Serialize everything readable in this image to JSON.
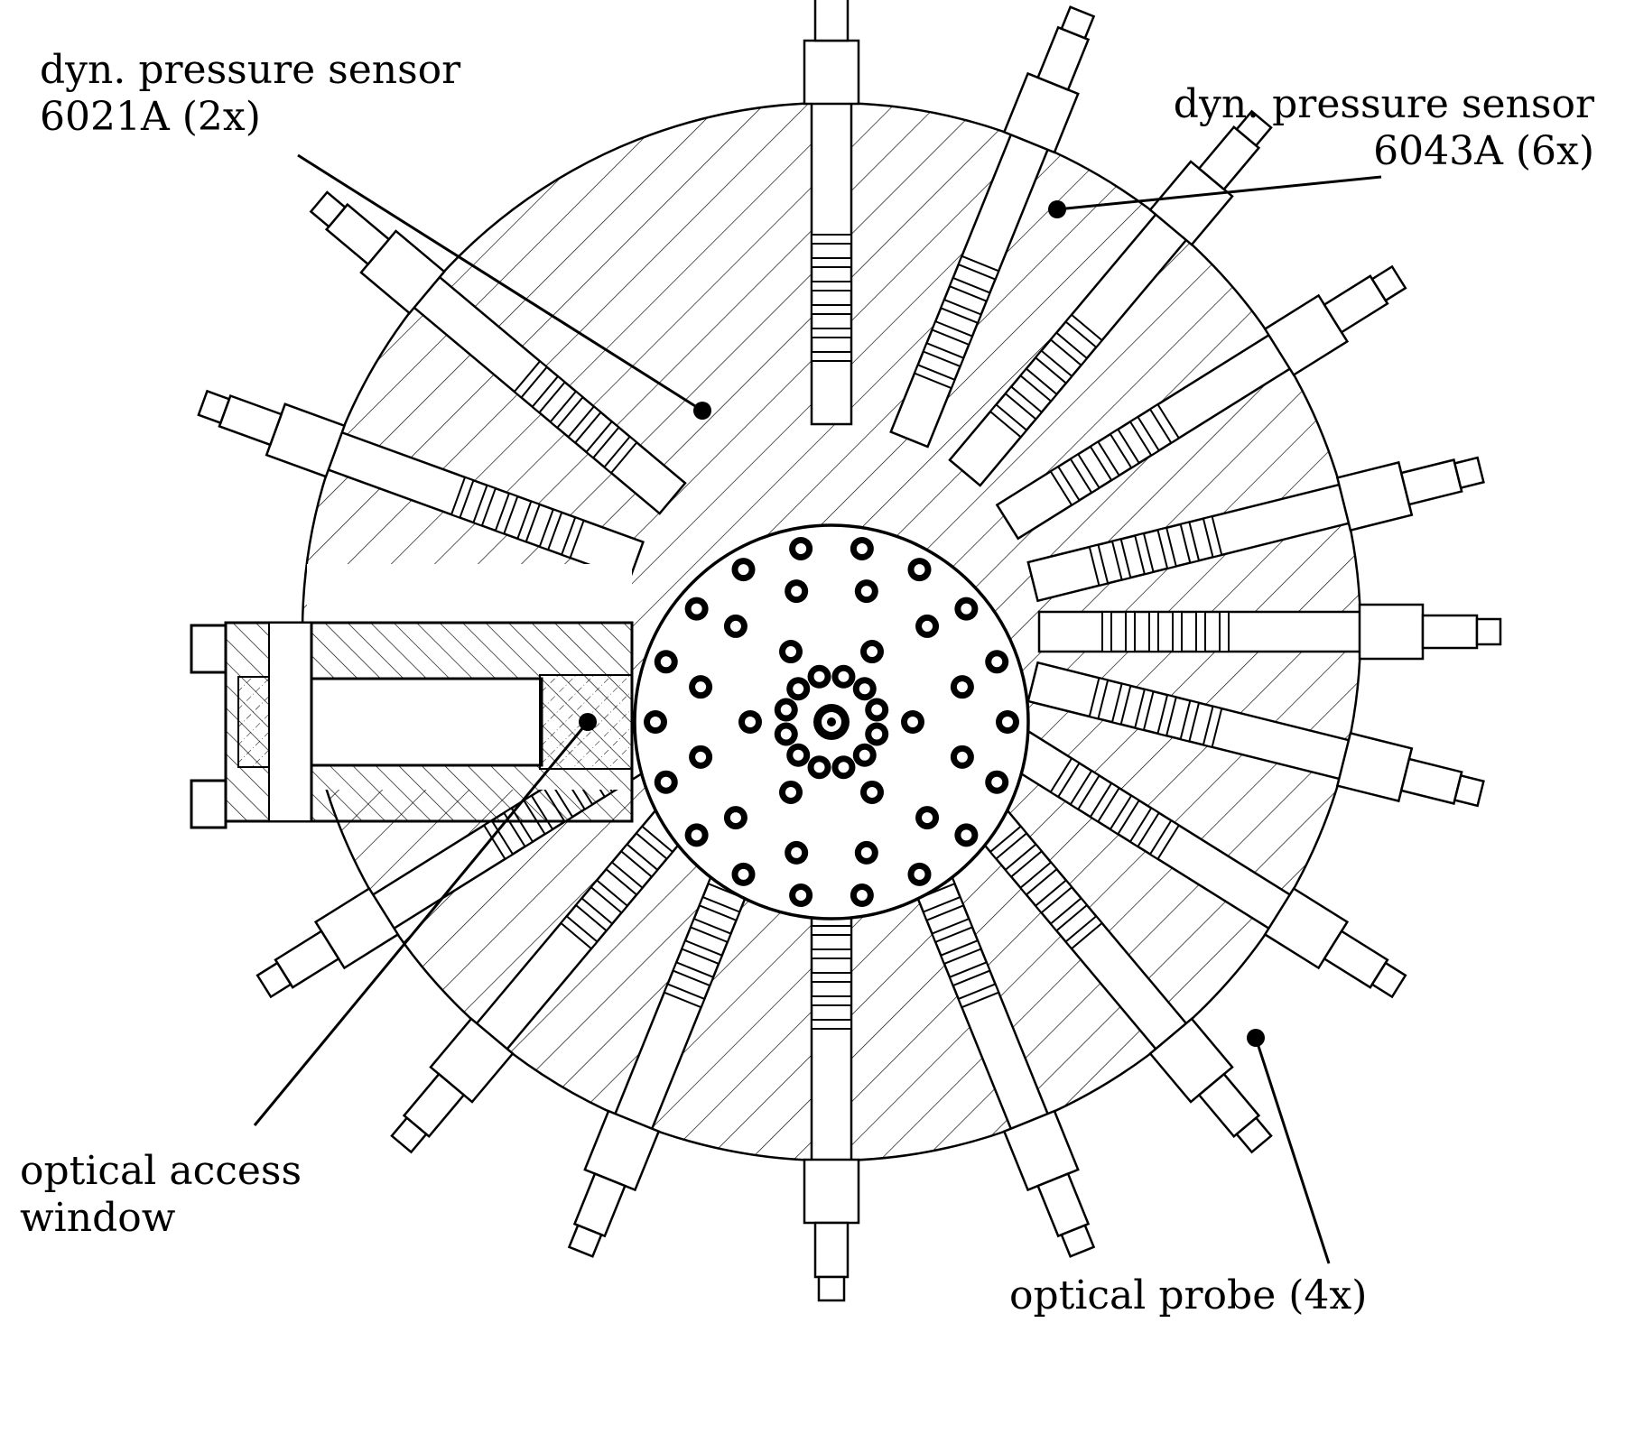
{
  "figure": {
    "title": "Combustion chamber cross-section with instrumentation",
    "colors": {
      "line": "#000000",
      "background": "#ffffff",
      "hatch": "#000000"
    }
  },
  "annotations": [
    {
      "id": "pressure-6021",
      "lines": [
        "dyn. pressure sensor",
        "6021A (2x)"
      ]
    },
    {
      "id": "pressure-6043",
      "lines": [
        "dyn. pressure sensor",
        "6043A (6x)"
      ]
    },
    {
      "id": "optical-window",
      "lines": [
        "optical access",
        "window"
      ]
    },
    {
      "id": "optical-probe",
      "lines": [
        "optical probe (4x)"
      ]
    }
  ],
  "components": {
    "injector_holes": 49,
    "sensor_ports": 16
  }
}
